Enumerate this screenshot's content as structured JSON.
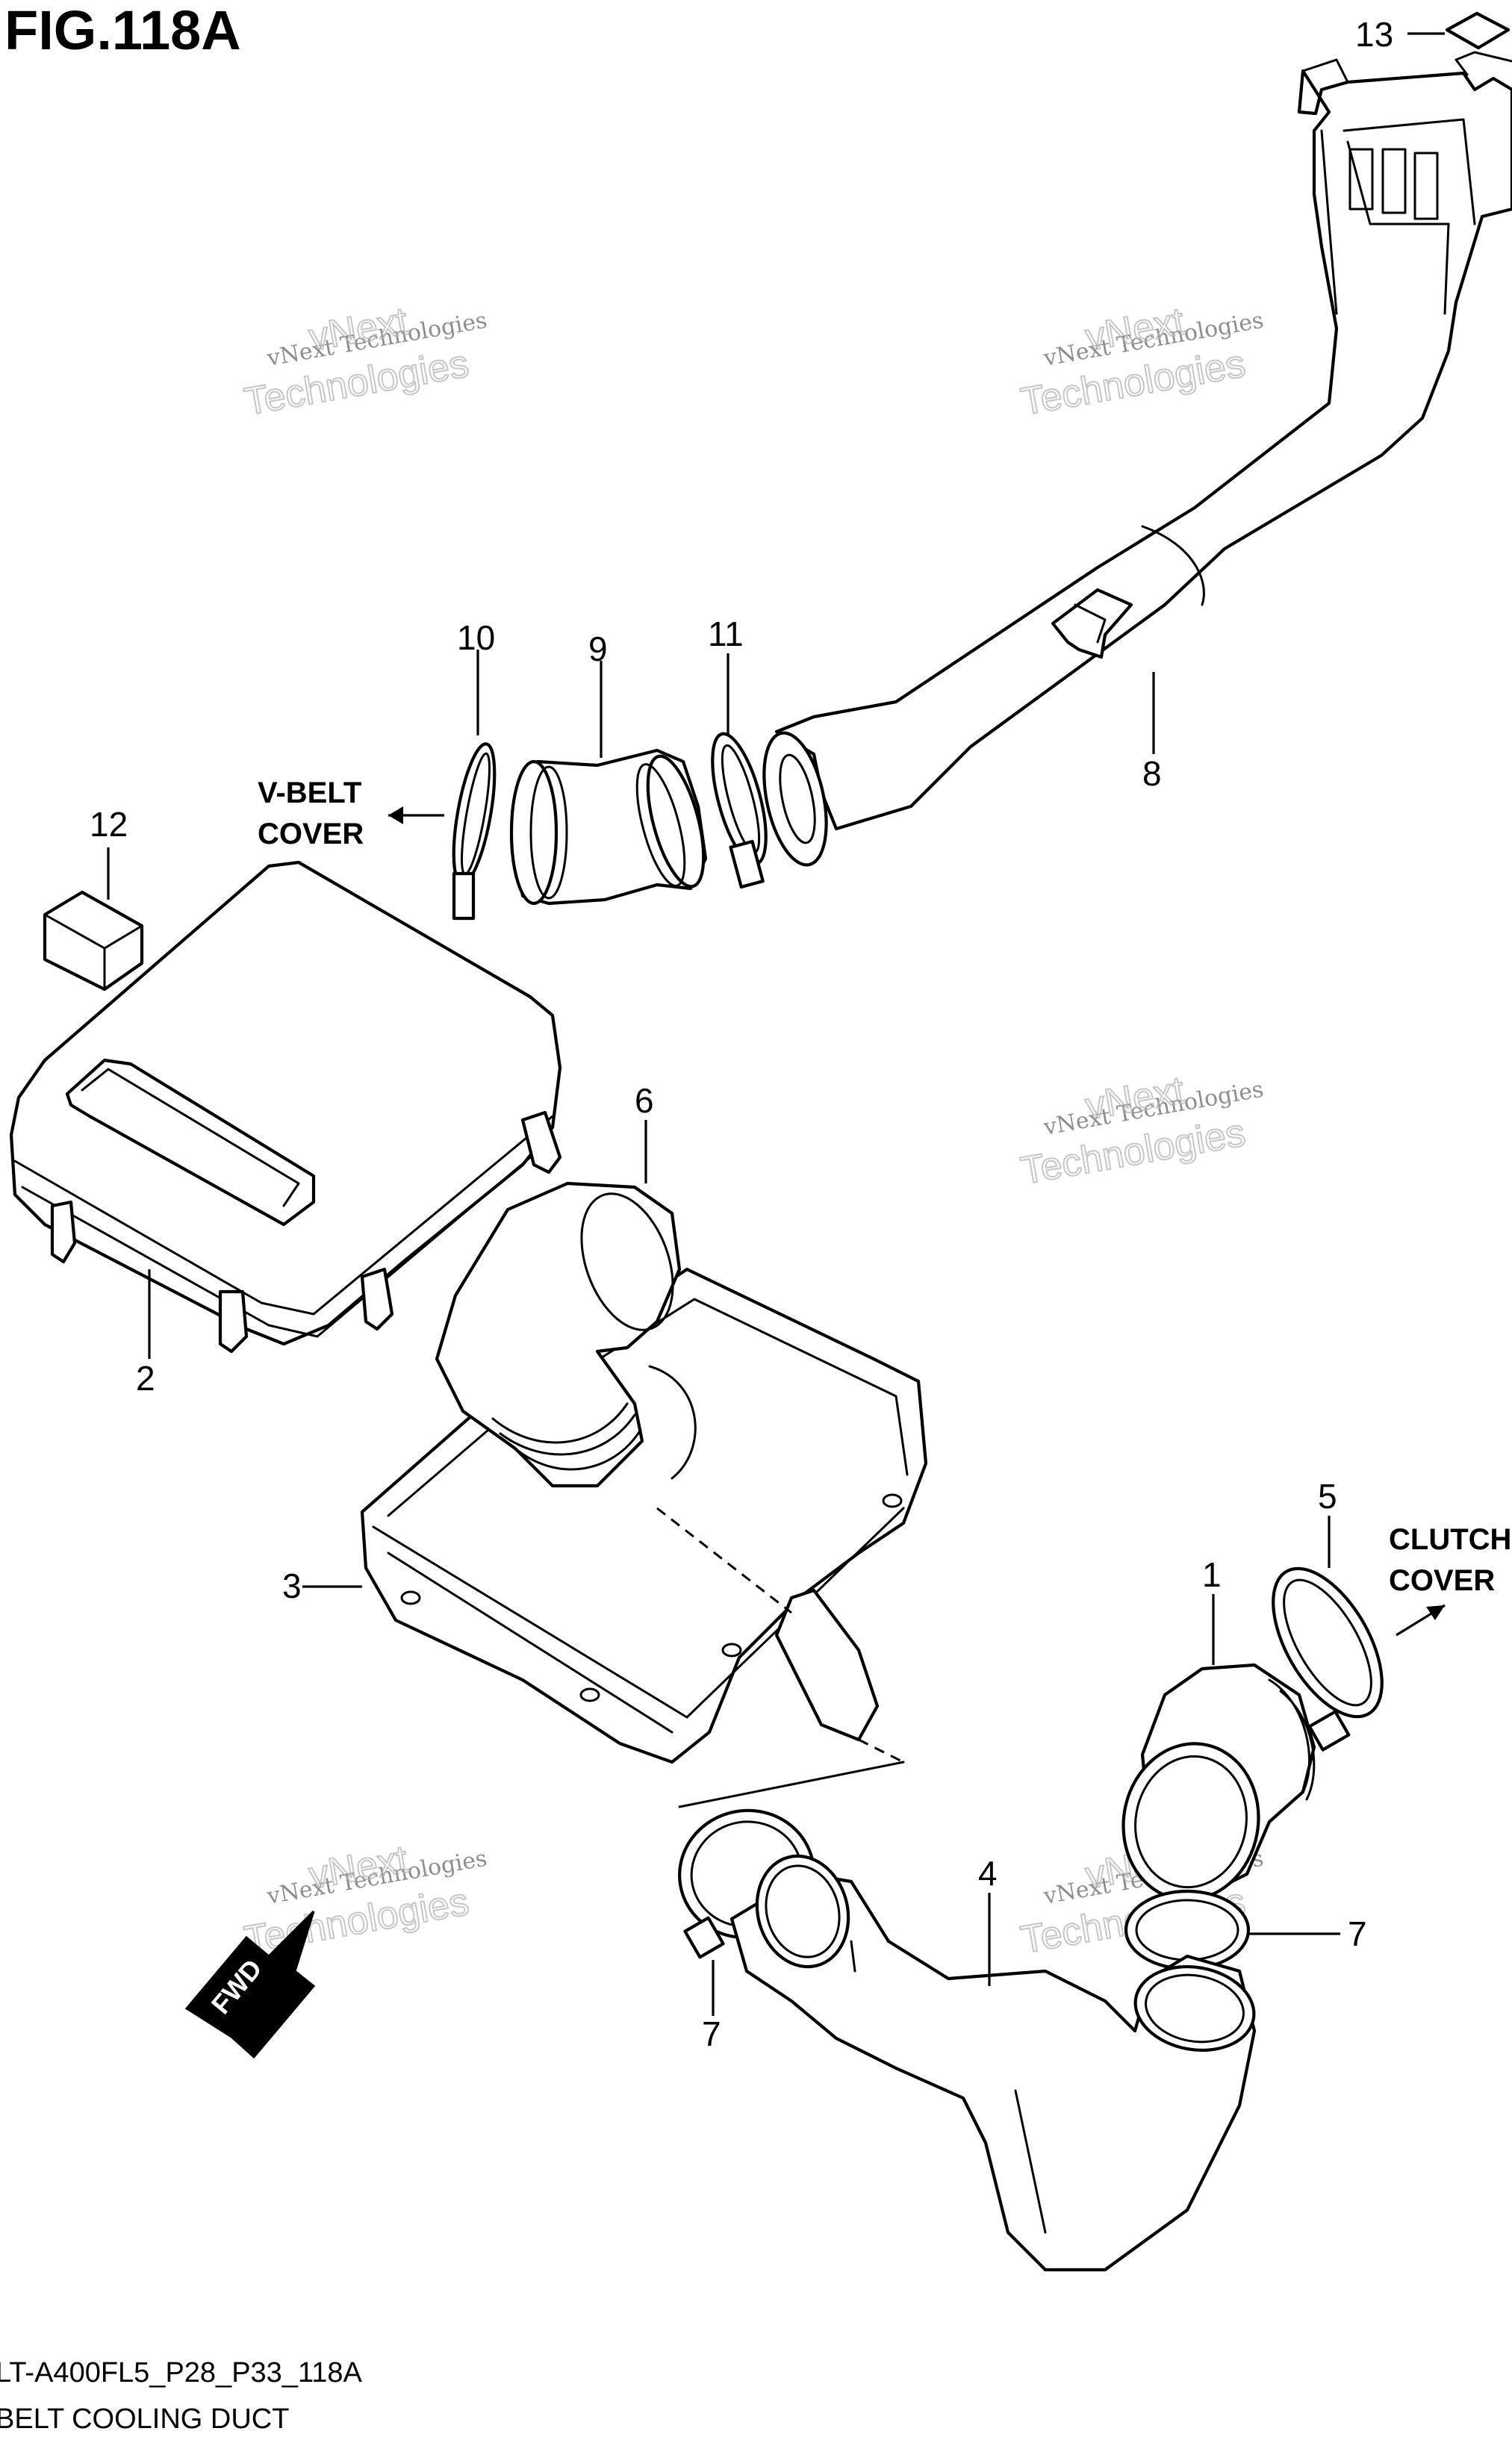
{
  "figure": {
    "title": "FIG.118A",
    "catalog_code": "LT-A400FL5_P28_P33_118A",
    "caption": "BELT COOLING DUCT"
  },
  "labels": {
    "v_belt_cover": [
      "V-BELT",
      "COVER"
    ],
    "clutch_cover": [
      "CLUTCH",
      "COVER"
    ],
    "fwd": "FWD"
  },
  "callouts": [
    "13",
    "10",
    "9",
    "11",
    "8",
    "12",
    "6",
    "2",
    "3",
    "5",
    "1",
    "4",
    "7",
    "7"
  ],
  "watermark": {
    "line1": "vNext Technologies",
    "line2": "vNext",
    "line3": "Technologies"
  },
  "colors": {
    "ink": "#000000",
    "paper": "#ffffff",
    "watermark": "#9a9a9a"
  }
}
